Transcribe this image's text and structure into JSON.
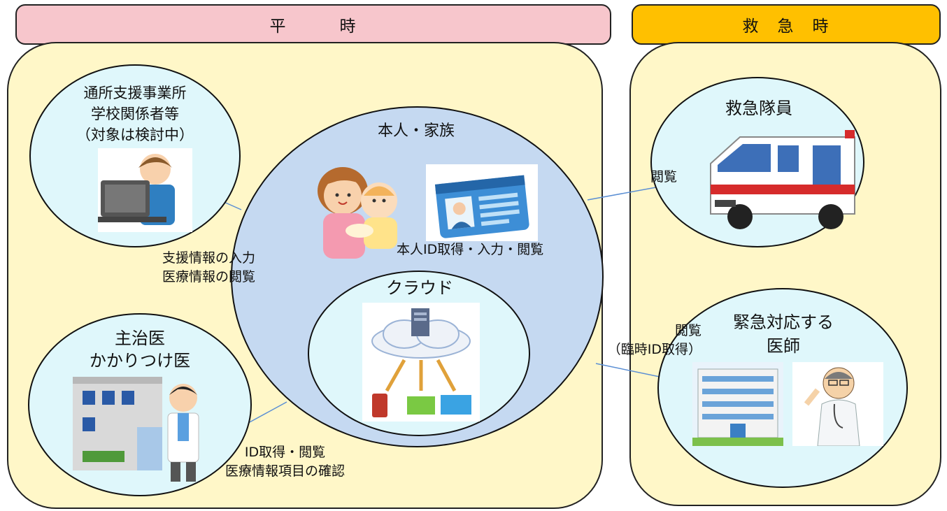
{
  "headers": {
    "normal": "平　　　時",
    "emergency": "救　急　時"
  },
  "nodes": {
    "support_office": "通所支援事業所\n学校関係者等\n（対象は検討中）",
    "patient_family": "本人・家族",
    "cloud": "クラウド",
    "family_doctor": "主治医\nかかりつけ医",
    "ambulance_crew": "救急隊員",
    "emergency_doctor": "緊急対応する\n医師"
  },
  "labels": {
    "support_input": "支援情報の入力\n医療情報の閲覧",
    "self_id": "本人ID取得・入力・閲覧",
    "doctor_id": "ID取得・閲覧\n医療情報項目の確認",
    "view": "閲覧",
    "view_temp": "閲覧\n（臨時ID取得）"
  },
  "colors": {
    "normal_header": "#f7c6cc",
    "emergency_header": "#ffc000",
    "panel_fill": "#fff7c8",
    "outer_circle": "#c5d9f1",
    "inner_circle": "#dff7fb",
    "arrow": "#5b8fd4"
  }
}
